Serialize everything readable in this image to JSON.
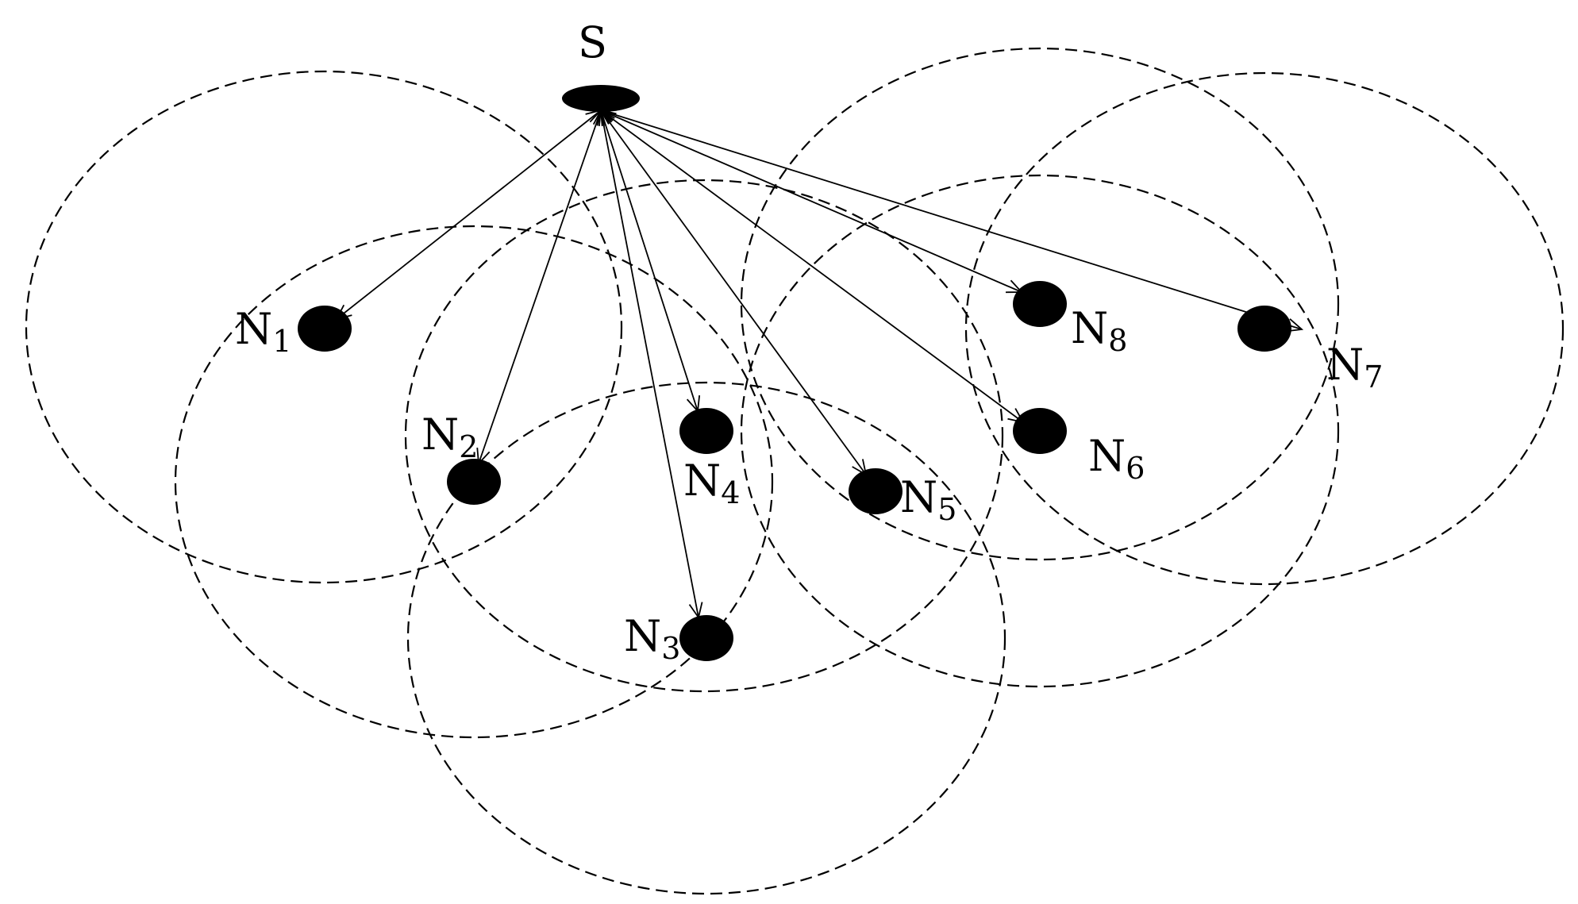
{
  "diagram": {
    "source": {
      "name": "S"
    },
    "nodes": [
      {
        "id": "n1",
        "base": "N",
        "sub": "1"
      },
      {
        "id": "n2",
        "base": "N",
        "sub": "2"
      },
      {
        "id": "n3",
        "base": "N",
        "sub": "3"
      },
      {
        "id": "n4",
        "base": "N",
        "sub": "4"
      },
      {
        "id": "n5",
        "base": "N",
        "sub": "5"
      },
      {
        "id": "n6",
        "base": "N",
        "sub": "6"
      },
      {
        "id": "n7",
        "base": "N",
        "sub": "7"
      },
      {
        "id": "n8",
        "base": "N",
        "sub": "8"
      }
    ],
    "links": [
      {
        "from": "S",
        "to": "n1",
        "bidirectional": true
      },
      {
        "from": "S",
        "to": "n2",
        "bidirectional": true
      },
      {
        "from": "S",
        "to": "n3",
        "bidirectional": true
      },
      {
        "from": "S",
        "to": "n4",
        "bidirectional": true
      },
      {
        "from": "S",
        "to": "n5",
        "bidirectional": true
      },
      {
        "from": "S",
        "to": "n6",
        "bidirectional": true
      },
      {
        "from": "S",
        "to": "n7",
        "bidirectional": true
      },
      {
        "from": "S",
        "to": "n8",
        "bidirectional": true
      }
    ],
    "range_style": "dashed circles",
    "colors": {
      "ink": "#000000",
      "background": "#ffffff"
    }
  }
}
